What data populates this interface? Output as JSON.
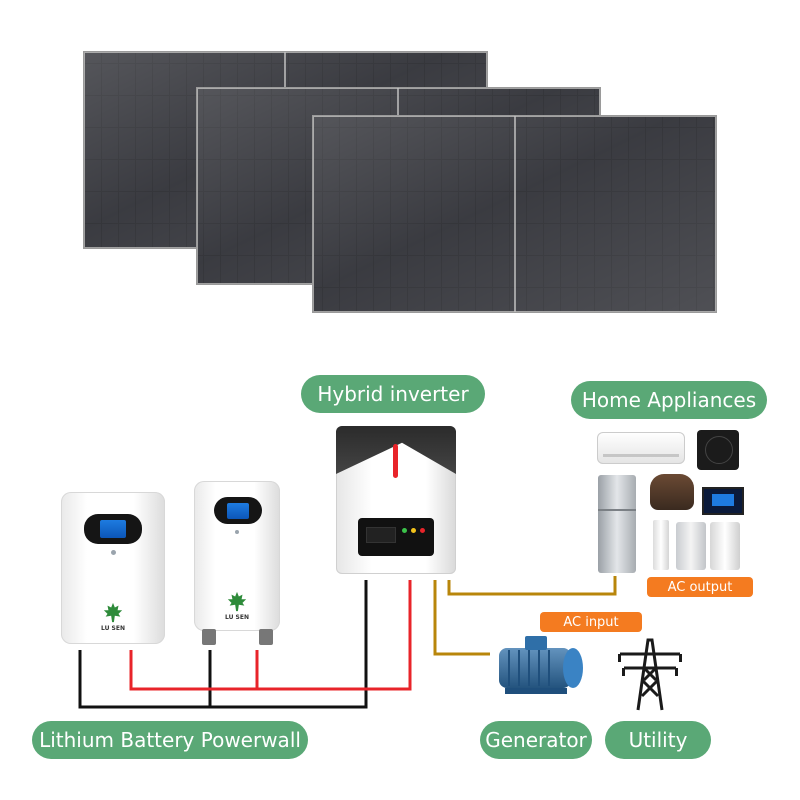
{
  "labels": {
    "hybrid_inverter": "Hybrid inverter",
    "home_appliances": "Home Appliances",
    "lithium_battery": "Lithium Battery Powerwall",
    "generator": "Generator",
    "utility": "Utility",
    "ac_output": "AC output",
    "ac_input": "AC input"
  },
  "battery_brand": "LU SEN",
  "colors": {
    "label_green": "#5aa876",
    "label_orange": "#f47b20",
    "wire_red": "#e8242a",
    "wire_black": "#111111",
    "wire_ac": "#b8860b",
    "panel_dark": "#26272b"
  }
}
